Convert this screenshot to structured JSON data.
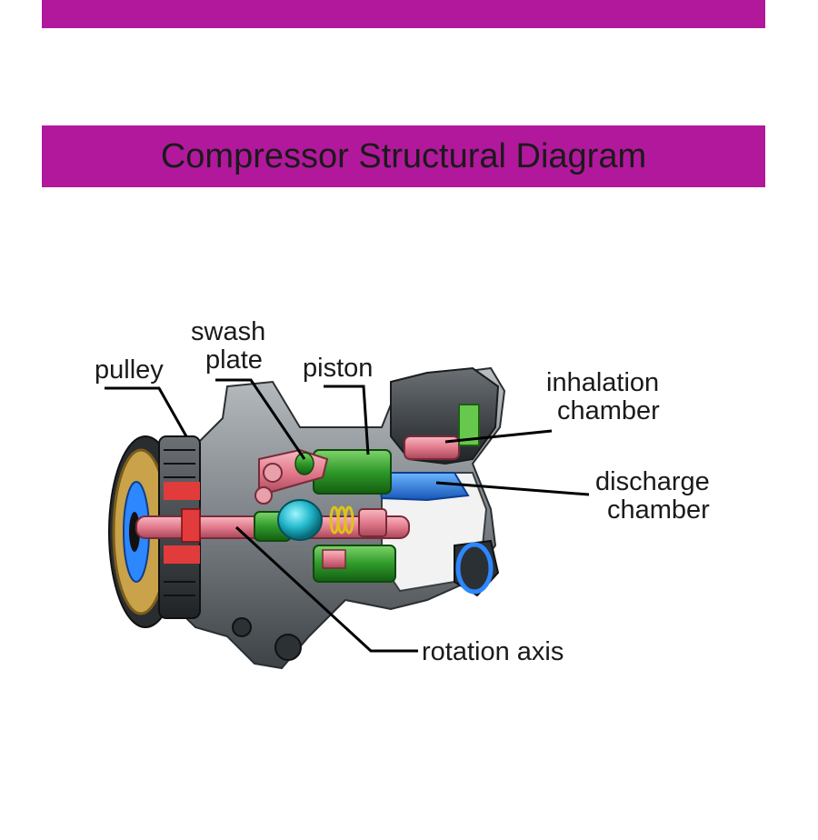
{
  "header": {
    "title": "Compressor Structural Diagram"
  },
  "colors": {
    "banner": "#b2189c",
    "label_text": "#1a1a1a"
  },
  "labels": {
    "pulley": "pulley",
    "swash_plate_line1": "swash",
    "swash_plate_line2": "plate",
    "piston": "piston",
    "inhalation_chamber_line1": "inhalation",
    "inhalation_chamber_line2": "chamber",
    "discharge_chamber_line1": "discharge",
    "discharge_chamber_line2": "chamber",
    "rotation_axis": "rotation axis"
  }
}
